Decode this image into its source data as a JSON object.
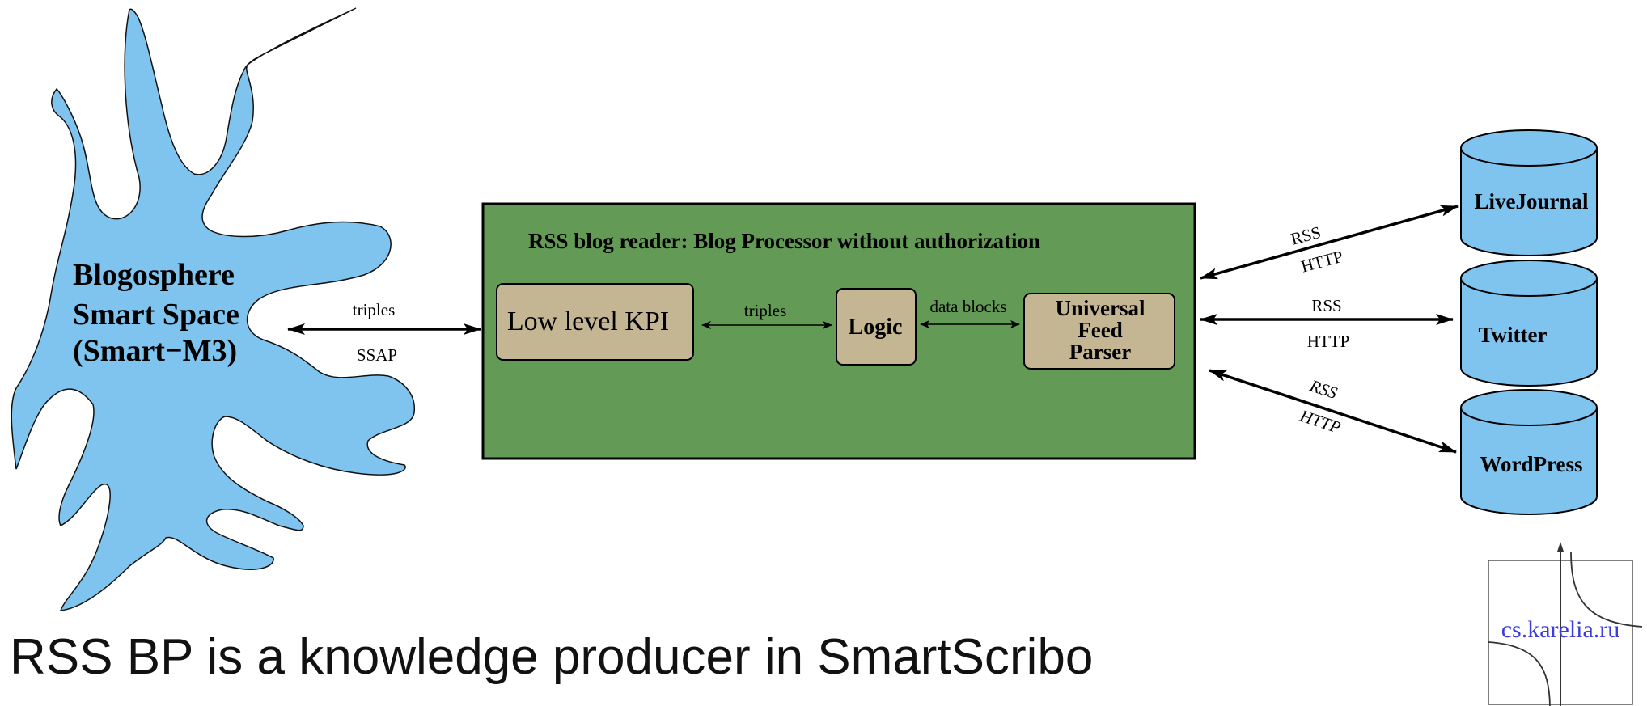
{
  "blogosphere": {
    "line1": "Blogosphere",
    "line2": "Smart Space",
    "line3": "(Smart−M3)",
    "color": "#7fc3ef"
  },
  "link_ssap": {
    "top": "triples",
    "bottom": "SSAP"
  },
  "processor": {
    "title": "RSS blog reader: Blog Processor without authorization",
    "color": "#639a55",
    "box_color": "#c4b593",
    "kpi_label": "Low level KPI",
    "kpi_logic_link": "triples",
    "logic_label": "Logic",
    "logic_parser_link": "data blocks",
    "parser_line1": "Universal",
    "parser_line2": "Feed",
    "parser_line3": "Parser"
  },
  "services": [
    {
      "name": "LiveJournal",
      "link_top": "RSS",
      "link_bottom": "HTTP"
    },
    {
      "name": "Twitter",
      "link_top": "RSS",
      "link_bottom": "HTTP"
    },
    {
      "name": "WordPress",
      "link_top": "RSS",
      "link_bottom": "HTTP"
    }
  ],
  "db_color": "#7fc3ef",
  "caption": "RSS BP is a knowledge producer in SmartScribo",
  "logo": {
    "text": "cs.karelia.ru"
  }
}
